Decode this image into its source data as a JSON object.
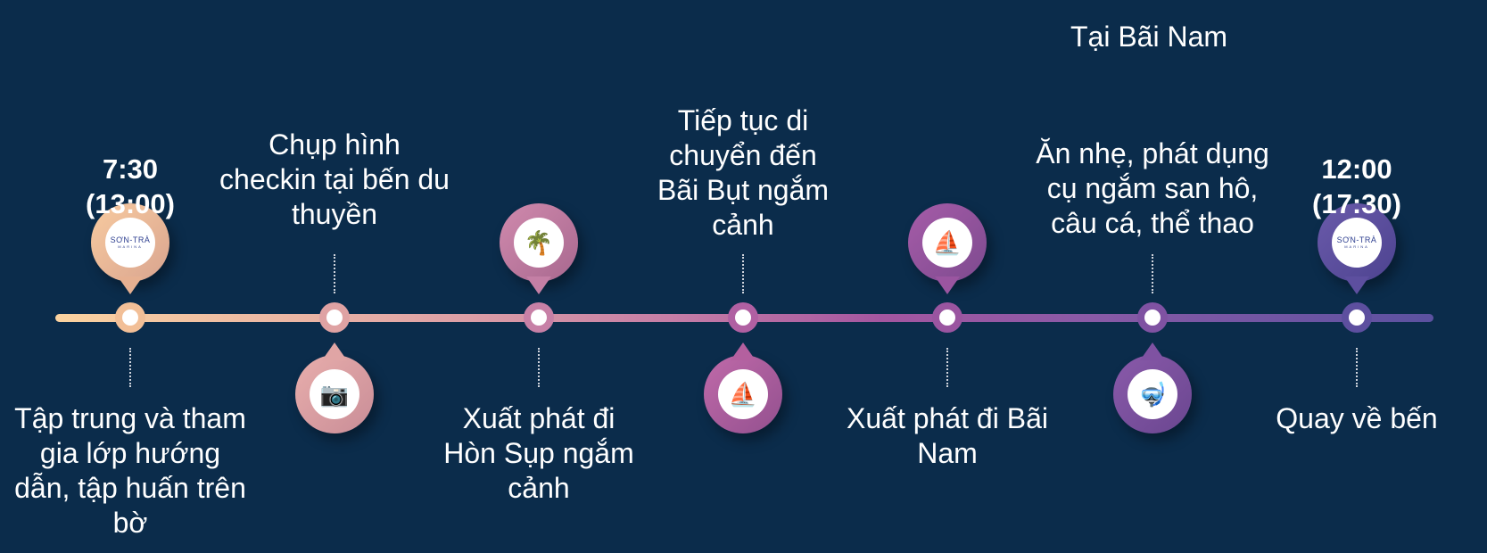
{
  "steps": [
    {
      "time": "7:30",
      "time_alt": "(13:00)",
      "label": "Tập trung và tham gia lớp hướng dẫn, tập huấn trên bờ",
      "icon": "son-tra-marina-logo"
    },
    {
      "label": "Chụp hình checkin tại bến du thuyền",
      "icon": "camera-icon"
    },
    {
      "label": "Xuất phát đi Hòn Sụp ngắm cảnh",
      "icon": "palm-tree-icon"
    },
    {
      "label": "Tiếp tục di chuyển đến Bãi Bụt ngắm cảnh",
      "icon": "sailboat-icon"
    },
    {
      "label": "Xuất phát đi Bãi Nam",
      "icon": "sailboat-icon"
    },
    {
      "label_top": "Tại Bãi Nam",
      "label": "Ăn nhẹ, phát dụng cụ ngắm san hô, câu cá, thể thao",
      "icon": "diver-icon"
    },
    {
      "time": "12:00",
      "time_alt": "(17:30)",
      "label": "Quay về bến",
      "icon": "son-tra-marina-logo"
    }
  ],
  "logo": {
    "name": "SƠN-TRÀ",
    "sub": "MARINA"
  },
  "colors": {
    "background": "#0b2c4b",
    "start": "#fbd3a0",
    "end": "#5b51a0"
  }
}
